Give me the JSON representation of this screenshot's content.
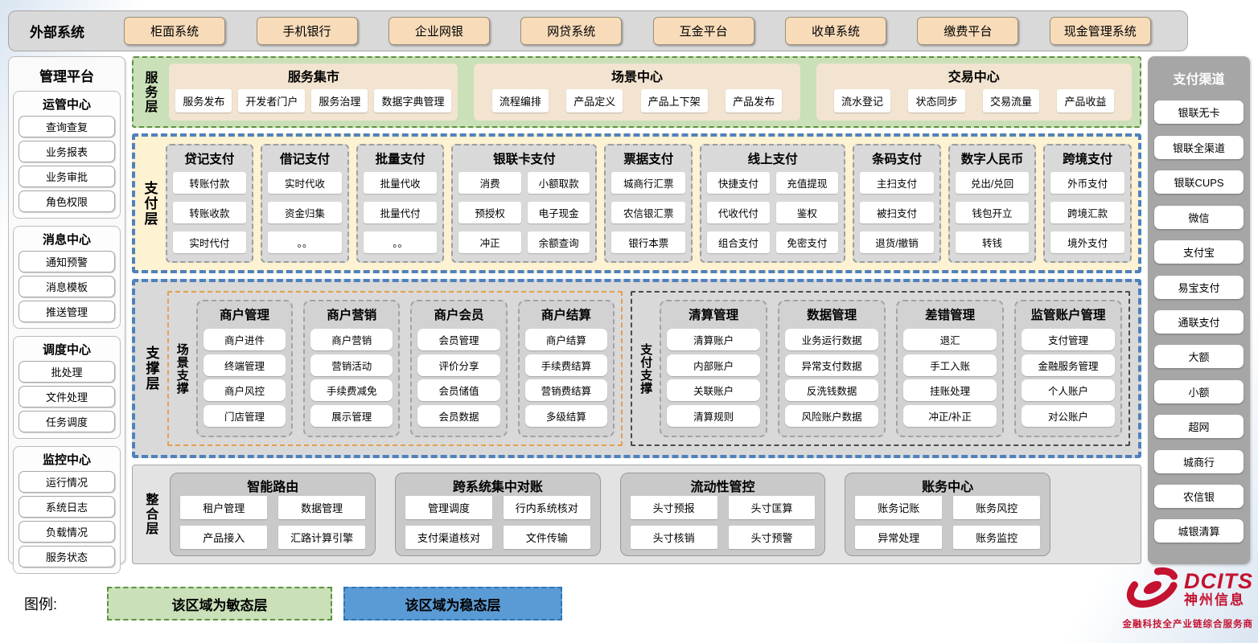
{
  "colors": {
    "agile_green": "#c9e0b8",
    "stable_blue": "#5b9bd5",
    "layer_border_blue": "#4f81bd",
    "external_button_wheat": "#f8dcba",
    "brand_red": "#c41230"
  },
  "external_systems": {
    "label": "外部系统",
    "items": [
      "柜面系统",
      "手机银行",
      "企业网银",
      "网贷系统",
      "互金平台",
      "收单系统",
      "缴费平台",
      "现金管理系统"
    ]
  },
  "management_platform": {
    "title": "管理平台",
    "groups": [
      {
        "title": "运管中心",
        "items": [
          "查询查复",
          "业务报表",
          "业务审批",
          "角色权限"
        ]
      },
      {
        "title": "消息中心",
        "items": [
          "通知预警",
          "消息模板",
          "推送管理"
        ]
      },
      {
        "title": "调度中心",
        "items": [
          "批处理",
          "文件处理",
          "任务调度"
        ]
      },
      {
        "title": "监控中心",
        "items": [
          "运行情况",
          "系统日志",
          "负载情况",
          "服务状态"
        ]
      }
    ]
  },
  "service_layer": {
    "label": "服务层",
    "panels": [
      {
        "title": "服务集市",
        "items": [
          "服务发布",
          "开发者门户",
          "服务治理",
          "数据字典管理"
        ]
      },
      {
        "title": "场景中心",
        "items": [
          "流程编排",
          "产品定义",
          "产品上下架",
          "产品发布"
        ]
      },
      {
        "title": "交易中心",
        "items": [
          "流水登记",
          "状态同步",
          "交易流量",
          "产品收益"
        ]
      }
    ]
  },
  "payment_layer": {
    "label": "支付层",
    "columns": [
      {
        "title": "贷记支付",
        "items": [
          "转账付款",
          "转账收款",
          "实时代付"
        ]
      },
      {
        "title": "借记支付",
        "items": [
          "实时代收",
          "资金归集",
          "。。"
        ]
      },
      {
        "title": "批量支付",
        "items": [
          "批量代收",
          "批量代付",
          "。。"
        ]
      },
      {
        "title": "银联卡支付",
        "items": [
          "消费",
          "小额取款",
          "预授权",
          "电子现金",
          "冲正",
          "余额查询"
        ]
      },
      {
        "title": "票据支付",
        "items": [
          "城商行汇票",
          "农信银汇票",
          "银行本票"
        ]
      },
      {
        "title": "线上支付",
        "items": [
          "快捷支付",
          "充值提现",
          "代收代付",
          "鉴权",
          "组合支付",
          "免密支付"
        ]
      },
      {
        "title": "条码支付",
        "items": [
          "主扫支付",
          "被扫支付",
          "退货/撤销"
        ]
      },
      {
        "title": "数字人民币",
        "items": [
          "兑出/兑回",
          "钱包开立",
          "转钱"
        ]
      },
      {
        "title": "跨境支付",
        "items": [
          "外币支付",
          "跨境汇款",
          "境外支付"
        ]
      }
    ]
  },
  "support_layer": {
    "label": "支撑层",
    "regions": [
      {
        "label": "场景支撑",
        "columns": [
          {
            "title": "商户管理",
            "items": [
              "商户进件",
              "终端管理",
              "商户风控",
              "门店管理"
            ]
          },
          {
            "title": "商户营销",
            "items": [
              "商户营销",
              "营销活动",
              "手续费减免",
              "展示管理"
            ]
          },
          {
            "title": "商户会员",
            "items": [
              "会员管理",
              "评价分享",
              "会员储值",
              "会员数据"
            ]
          },
          {
            "title": "商户结算",
            "items": [
              "商户结算",
              "手续费结算",
              "营销费结算",
              "多级结算"
            ]
          }
        ]
      },
      {
        "label": "支付支撑",
        "columns": [
          {
            "title": "清算管理",
            "items": [
              "清算账户",
              "内部账户",
              "关联账户",
              "清算规则"
            ]
          },
          {
            "title": "数据管理",
            "items": [
              "业务运行数据",
              "异常支付数据",
              "反洗钱数据",
              "风险账户数据"
            ]
          },
          {
            "title": "差错管理",
            "items": [
              "退汇",
              "手工入账",
              "挂账处理",
              "冲正/补正"
            ]
          },
          {
            "title": "监管账户管理",
            "items": [
              "支付管理",
              "金融服务管理",
              "个人账户",
              "对公账户"
            ]
          }
        ]
      }
    ]
  },
  "integration_layer": {
    "label": "整合层",
    "panels": [
      {
        "title": "智能路由",
        "items": [
          "租户管理",
          "数据管理",
          "产品接入",
          "汇路计算引擎"
        ]
      },
      {
        "title": "跨系统集中对账",
        "items": [
          "管理调度",
          "行内系统核对",
          "支付渠道核对",
          "文件传输"
        ]
      },
      {
        "title": "流动性管控",
        "items": [
          "头寸预报",
          "头寸匡算",
          "头寸核销",
          "头寸预警"
        ]
      },
      {
        "title": "账务中心",
        "items": [
          "账务记账",
          "账务风控",
          "异常处理",
          "账务监控"
        ]
      }
    ]
  },
  "payment_channels": {
    "title": "支付渠道",
    "items": [
      "银联无卡",
      "银联全渠道",
      "银联CUPS",
      "微信",
      "支付宝",
      "易宝支付",
      "通联支付",
      "大额",
      "小额",
      "超网",
      "城商行",
      "农信银",
      "城银清算"
    ]
  },
  "legend": {
    "label": "图例:",
    "agile": "该区域为敏态层",
    "stable": "该区域为稳态层"
  },
  "logo": {
    "brand": "DCITS",
    "company": "神州信息",
    "tagline": "金融科技全产业链综合服务商"
  }
}
